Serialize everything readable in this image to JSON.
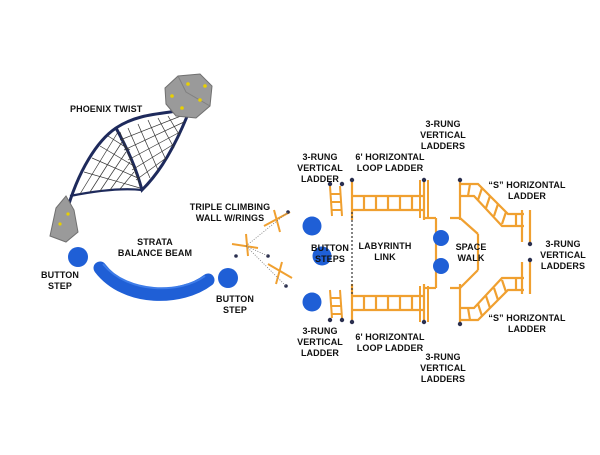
{
  "labels": {
    "phoenix_twist": [
      "PHOENIX TWIST"
    ],
    "button_step_left": [
      "BUTTON",
      "STEP"
    ],
    "strata_balance_beam": [
      "STRATA",
      "BALANCE BEAM"
    ],
    "triple_climbing_wall": [
      "TRIPLE CLIMBING",
      "WALL W/RINGS"
    ],
    "button_step_mid": [
      "BUTTON",
      "STEP"
    ],
    "ladder_3rung_top": [
      "3-RUNG",
      "VERTICAL",
      "LADDER"
    ],
    "button_steps": [
      "BUTTON",
      "STEPS"
    ],
    "ladder_3rung_bottom": [
      "3-RUNG",
      "VERTICAL",
      "LADDER"
    ],
    "loop_ladder_top": [
      "6' HORIZONTAL",
      "LOOP LADDER"
    ],
    "labyrinth_link": [
      "LABYRINTH",
      "LINK"
    ],
    "loop_ladder_bottom": [
      "6' HORIZONTAL",
      "LOOP LADDER"
    ],
    "ladders_3rung_top": [
      "3-RUNG",
      "VERTICAL",
      "LADDERS"
    ],
    "ladders_3rung_bottom": [
      "3-RUNG",
      "VERTICAL",
      "LADDERS"
    ],
    "space_walk": [
      "SPACE",
      "WALK"
    ],
    "s_ladder_top": [
      "“S” HORIZONTAL",
      "LADDER"
    ],
    "s_ladder_bottom": [
      "“S” HORIZONTAL",
      "LADDER"
    ],
    "ladders_3rung_right": [
      "3-RUNG",
      "VERTICAL",
      "LADDERS"
    ]
  },
  "colors": {
    "orange": "#F0A030",
    "blue": "#1F5FD6",
    "blue_dark": "#1446A8",
    "navy": "#1E2A5C",
    "rock": "#9A9A9A",
    "rock_dark": "#707070",
    "hold": "#E8D000",
    "post": "#2A2F4F"
  }
}
